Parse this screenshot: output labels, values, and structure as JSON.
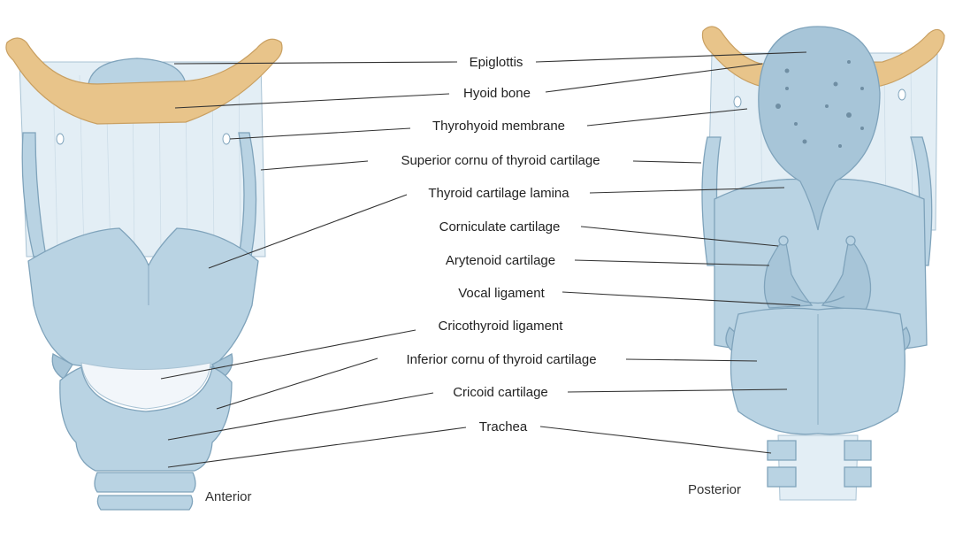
{
  "views": {
    "anterior": "Anterior",
    "posterior": "Posterior"
  },
  "labels": [
    {
      "id": "epiglottis",
      "text": "Epiglottis"
    },
    {
      "id": "hyoid-bone",
      "text": "Hyoid bone"
    },
    {
      "id": "thyrohyoid-membrane",
      "text": "Thyrohyoid membrane"
    },
    {
      "id": "superior-cornu",
      "text": "Superior cornu of thyroid cartilage"
    },
    {
      "id": "thyroid-lamina",
      "text": "Thyroid cartilage lamina"
    },
    {
      "id": "corniculate",
      "text": "Corniculate cartilage"
    },
    {
      "id": "arytenoid",
      "text": "Arytenoid cartilage"
    },
    {
      "id": "vocal-ligament",
      "text": "Vocal ligament"
    },
    {
      "id": "cricothyroid-ligament",
      "text": "Cricothyroid ligament"
    },
    {
      "id": "inferior-cornu",
      "text": "Inferior cornu of thyroid cartilage"
    },
    {
      "id": "cricoid",
      "text": "Cricoid cartilage"
    },
    {
      "id": "trachea",
      "text": "Trachea"
    }
  ],
  "colors": {
    "cartilage": "#b9d3e3",
    "bone": "#e8c48a",
    "membrane": "#e3eef5"
  }
}
